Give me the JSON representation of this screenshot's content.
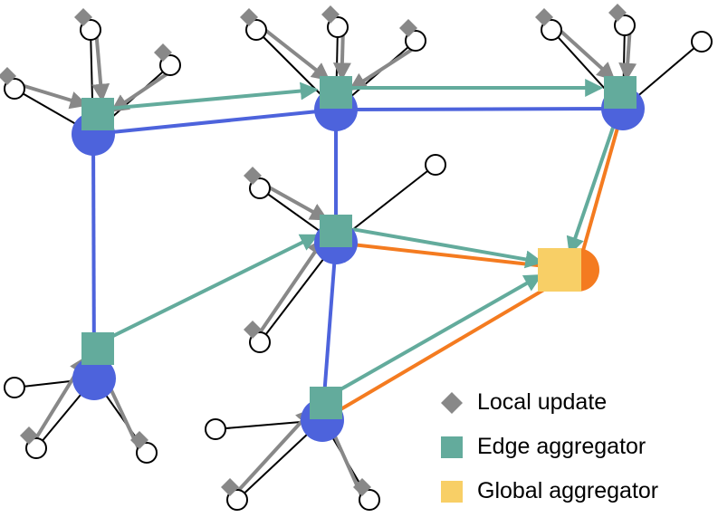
{
  "colors": {
    "edge_node": "#4d63dc",
    "global_node": "#f47b20",
    "edge_aggregator": "#63ab9c",
    "global_aggregator": "#f8cf66",
    "local_update": "#888888",
    "client": "#ffffff",
    "client_stroke": "#000000",
    "link": "#000000"
  },
  "legend": [
    {
      "marker": "diamond",
      "color": "#888888",
      "label": "Local update"
    },
    {
      "marker": "square",
      "color": "#63ab9c",
      "label": "Edge aggregator"
    },
    {
      "marker": "square",
      "color": "#f8cf66",
      "label": "Global aggregator"
    }
  ]
}
